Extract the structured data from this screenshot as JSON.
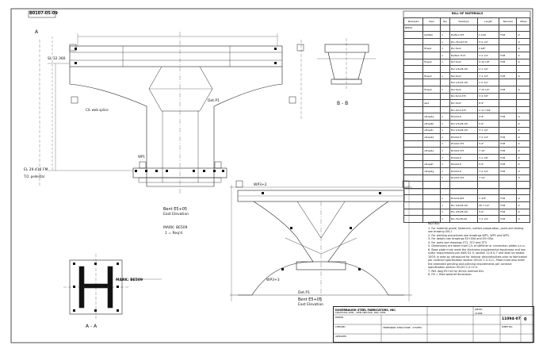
{
  "sheet": {
    "drawing_id": "B0107-05-09",
    "section_label": "A",
    "view_labels": {
      "bb": "B - B",
      "aa": "A - A"
    },
    "elevation_labels": {
      "e1": "SL 32.360",
      "e2": "EL 29.416 FM",
      "e3": "T.O. pedestal"
    },
    "upper_view": {
      "title": "Bent E5+05",
      "subtitle": "East Elevation",
      "mark": "MARK: BE509",
      "qty": "1 = Req'd"
    },
    "lower_view": {
      "title": "Bent E5+05",
      "subtitle": "East Elevation",
      "detail": "Det.P1"
    },
    "callouts": {
      "wp1": "WP1",
      "wp2": "WP3+2",
      "wp3": "WP3+3",
      "mark_be": "MARK: BE509",
      "cl_web": "C/L web splice",
      "det": "Det.P1"
    }
  },
  "bom": {
    "title": "BILL OF MATERIALS",
    "headers": [
      "Mark/part",
      "Desc",
      "Qty",
      "Size/Type",
      "Length",
      "Remarks",
      "Wt/ea"
    ],
    "rows": [
      [
        "BE509",
        "",
        "",
        "",
        "",
        "",
        ""
      ],
      [
        "",
        "bp509a",
        "1",
        "PL28x1.375",
        "1-3/16",
        "FCM",
        "m"
      ],
      [
        "",
        "",
        "1",
        "PL1.75x22.5 M",
        "5'-0 1/2\"",
        "",
        "m"
      ],
      [
        "",
        "fl1wp1",
        "1",
        "PL1.5x22",
        "1-6/8\"",
        "",
        "m"
      ],
      [
        "",
        "",
        "1",
        "PL28x2.75 M",
        "7'-2 1/4\"",
        "FCM",
        "m"
      ],
      [
        "",
        "fl1wp2",
        "1",
        "PL2.5x22",
        "5'-10 1/8\"",
        "FCM",
        "m"
      ],
      [
        "",
        "",
        "",
        "PL2 1/4x28.1/8",
        "2'-1 1/2\"",
        "",
        ""
      ],
      [
        "",
        "fl1wp3",
        "1",
        "PL2.5x22",
        "7'-2 1/4\"",
        "FCM",
        "m"
      ],
      [
        "",
        "",
        "",
        "PL2 1/2x22.1/8",
        "1'-0 1/2\"",
        "",
        ""
      ],
      [
        "",
        "fl1wp4",
        "1",
        "PL2.5x22",
        "7'-10 1/2\"",
        "FCM",
        "m"
      ],
      [
        "",
        "",
        "",
        "PL1.5x14.375",
        "3'-4 3/8\"",
        "",
        ""
      ],
      [
        "",
        "wp2",
        "",
        "PL1.5x22",
        "8'-9\"",
        "",
        ""
      ],
      [
        "",
        "",
        "",
        "PL1.5x14.375",
        "1'-11 7/16\"",
        "",
        ""
      ],
      [
        "",
        "st1wp4a",
        "1",
        "PL5x24.8",
        "3'-8\"",
        "FCM",
        "m"
      ],
      [
        "",
        "st1wp4b",
        "1",
        "PL2 1/4x28.1/8",
        "5'-6\"",
        "",
        "m"
      ],
      [
        "",
        "st1wp4c",
        "1",
        "PL2 1/4x28.1/8",
        "3'-1 1/2\"",
        "",
        "m"
      ],
      [
        "",
        "st1wp4d",
        "1",
        "PL5x24.8",
        "7'-2 1/4\"",
        "FCM",
        "m"
      ],
      [
        "",
        "",
        "1",
        "PL3x24.375",
        "5'-6\"",
        "FCM",
        "m"
      ],
      [
        "",
        "st1wp4e",
        "1",
        "PL3x24.375",
        "7'-10\"",
        "FCM",
        "m"
      ],
      [
        "",
        "",
        "1",
        "PL5x24.8",
        "3'-1 1/8\"",
        "FCM",
        "m"
      ],
      [
        "",
        "st1wp4f",
        "1",
        "PL5x24.8",
        "5'-6\"",
        "FCM",
        "m"
      ],
      [
        "",
        "st1wp4g",
        "1",
        "PL5x24.8",
        "7'-2 1/4\"",
        "FCM",
        "m"
      ],
      [
        "",
        "",
        "1",
        "PL3x24.375",
        "7'-10\"",
        "",
        "m"
      ],
      [
        "",
        "",
        "",
        "",
        "",
        "",
        ""
      ],
      [
        "",
        "",
        "",
        "",
        "",
        "",
        ""
      ],
      [
        "",
        "",
        "1",
        "PL4x14.625",
        "1'-3/8\"",
        "FCM",
        "m"
      ],
      [
        "",
        "",
        "1",
        "PL1 3/4x28.1/8",
        "29'-7 1/2\"",
        "FCM",
        "m"
      ],
      [
        "",
        "",
        "1",
        "PL1 3/4x28.1/8",
        "5'-6\"",
        "FCM",
        "m"
      ],
      [
        "",
        "",
        "1",
        "PL1.75x28.1/8",
        "7'-2 1/4\"",
        "FCM",
        "m"
      ]
    ]
  },
  "notes": {
    "title": "NOTES:",
    "items": [
      "1.  For material grade, fasteners, surface preparation, paint and testing see drawing GN-1",
      "2.  For welding procedures see drawings WP1, WP2 and WP3.",
      "3.  For details see drawings E5+05d and E5+05e.",
      "4.  For parts see drawings ST1, ST2 and ST3.",
      "5.  Dimensions are taken from C/L of stiffener or connection plates u.n.o.",
      "6.  Base plate must meet the thickness supplemental toughness and low sulfur requirements per AWS D1.5, section 12.6 & 7 and shall be tested 100% in area by ultrasound for laminar discontinuities prior to fabrication per contract specification section 05120 2.3.11.C. Plate must also meet the amended grinding and peening requirements per contract specification section 05120 2.3.11.H.",
      "7.  Ref. dwg E5+04 for 40m/s method this",
      "8.  Fill = fillet weld/ref dimension"
    ]
  },
  "title_block": {
    "company": "DOVERBAUGH STEEL FABRICATORS, INC.",
    "company_sub": "STRUCTURAL STEEL - STEEL ERECTION - MISC. STEEL",
    "project": "TEMPORARY STRUCTURE - SYSTEM",
    "job_label": "JOB NO.",
    "job_no": "11094",
    "drawing_no": "11094-07",
    "rev": "0",
    "sheet_label": "SHEET NO.",
    "checked": "CHECKED",
    "drawn": "DRAWN",
    "approved": "APPROVED"
  }
}
